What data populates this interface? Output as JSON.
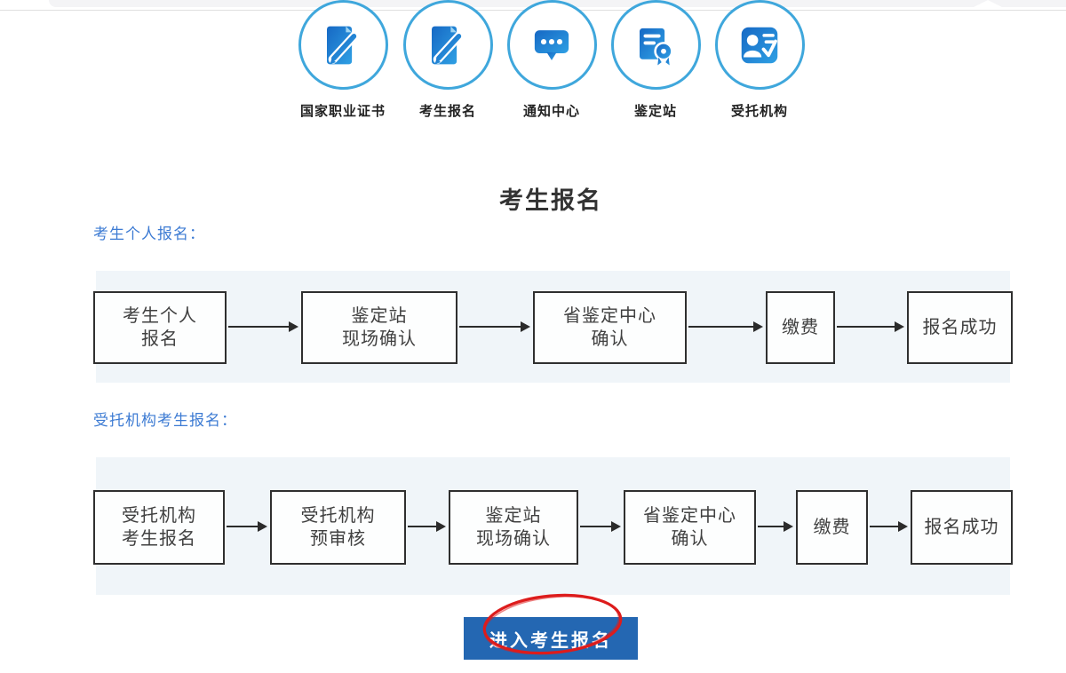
{
  "top_nav": {
    "items": [
      {
        "label": "国家职业证书",
        "icon": "document-pencil-icon"
      },
      {
        "label": "考生报名",
        "icon": "document-pencil-icon"
      },
      {
        "label": "通知中心",
        "icon": "chat-bubble-icon"
      },
      {
        "label": "鉴定站",
        "icon": "certificate-medal-icon"
      },
      {
        "label": "受托机构",
        "icon": "person-checklist-icon"
      }
    ]
  },
  "page": {
    "title": "考生报名"
  },
  "sections": [
    {
      "label": "考生个人报名：",
      "steps": [
        {
          "lines": [
            "考生个人",
            "报名"
          ]
        },
        {
          "lines": [
            "鉴定站",
            "现场确认"
          ]
        },
        {
          "lines": [
            "省鉴定中心",
            "确认"
          ]
        },
        {
          "lines": [
            "缴费"
          ]
        },
        {
          "lines": [
            "报名成功"
          ]
        }
      ]
    },
    {
      "label": "受托机构考生报名：",
      "steps": [
        {
          "lines": [
            "受托机构",
            "考生报名"
          ]
        },
        {
          "lines": [
            "受托机构",
            "预审核"
          ]
        },
        {
          "lines": [
            "鉴定站",
            "现场确认"
          ]
        },
        {
          "lines": [
            "省鉴定中心",
            "确认"
          ]
        },
        {
          "lines": [
            "缴费"
          ]
        },
        {
          "lines": [
            "报名成功"
          ]
        }
      ]
    }
  ],
  "cta": {
    "label": "进入考生报名"
  },
  "annotation": {
    "type": "hand-drawn-ellipse",
    "color": "#dd1c1c"
  },
  "colors": {
    "button_blue": "#2467b2",
    "icon_blue_dark": "#1668c4",
    "icon_blue_light": "#2fa0e4",
    "circle_outline": "#3fa7dc",
    "section_label_blue": "#3d7bd3",
    "band_background": "#f0f5f9",
    "box_border": "#2f2f2f",
    "annotation_red": "#dd1c1c"
  }
}
